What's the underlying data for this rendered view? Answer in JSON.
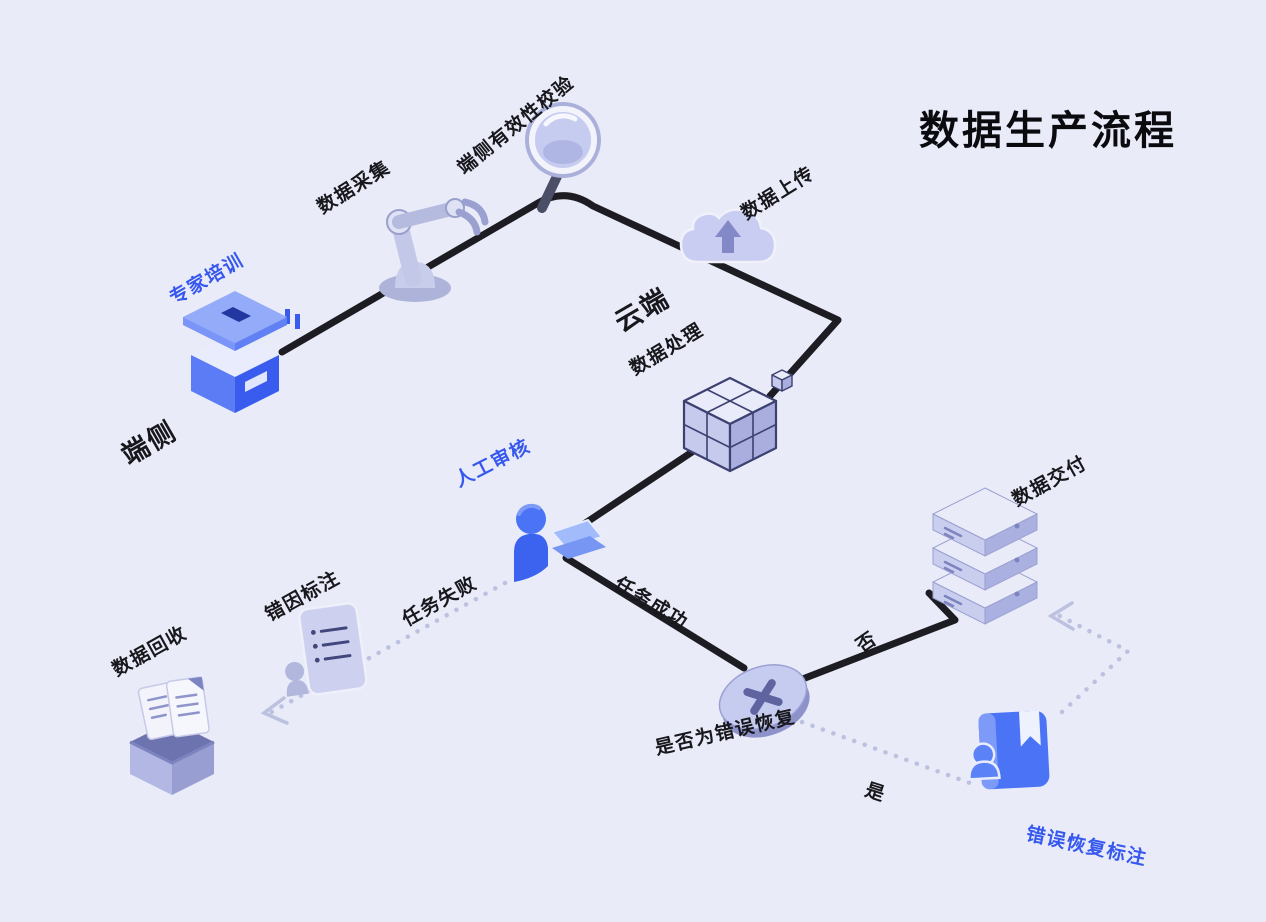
{
  "title": "数据生产流程",
  "zones": {
    "device": "端侧",
    "cloud": "云端"
  },
  "steps": {
    "expert_training": "专家培训",
    "data_collection": "数据采集",
    "device_validity_check": "端侧有效性校验",
    "data_upload": "数据上传",
    "data_processing": "数据处理",
    "manual_review": "人工审核",
    "data_delivery": "数据交付",
    "error_cause_annotation": "错因标注",
    "data_recycle": "数据回收",
    "error_recovery_annotation": "错误恢复标注"
  },
  "edges": {
    "task_failed": "任务失败",
    "task_success": "任务成功",
    "decision_question": "是否为错误恢复",
    "branch_no": "否",
    "branch_yes": "是"
  },
  "colors": {
    "background": "#e9ebf8",
    "accent_blue": "#3758ee",
    "flow_line": "#1c1c22",
    "dotted_line": "#bcc1e0",
    "icon_lavender": "#c9cdec",
    "icon_edge": "#3d4170",
    "text_dark": "#17171c"
  },
  "icons": {
    "expert_training": "3d-printer-machine-icon",
    "data_collection": "robot-arm-icon",
    "device_validity_check": "magnifier-icon",
    "data_upload": "cloud-upload-icon",
    "data_processing": "cube-blocks-icon",
    "manual_review": "person-laptop-icon",
    "error_cause_annotation": "document-person-icon",
    "data_recycle": "box-papers-icon",
    "data_delivery": "server-stack-icon",
    "decision": "circle-x-icon",
    "error_recovery_annotation": "book-person-icon"
  }
}
